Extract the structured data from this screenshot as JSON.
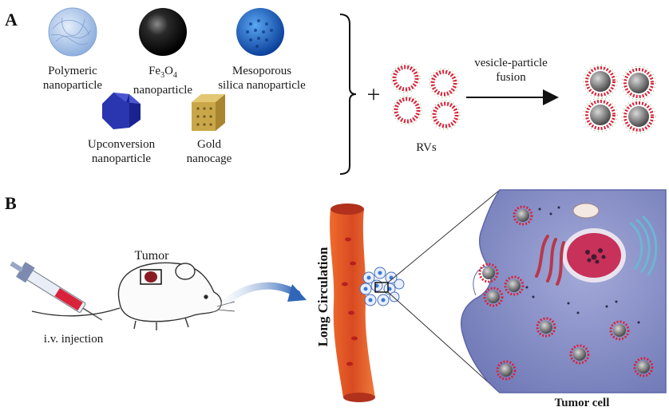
{
  "panels": {
    "a": "A",
    "b": "B"
  },
  "panel_a": {
    "nanoparticles": [
      {
        "line1": "Polymeric",
        "line2": "nanoparticle",
        "icon": "polymeric-sphere-icon",
        "color": "#a9c6ea"
      },
      {
        "line1": "Fe",
        "sub1": "3",
        "mid": "O",
        "sub2": "4",
        "line2": "nanoparticle",
        "icon": "black-sphere-icon",
        "color": "#111111"
      },
      {
        "line1": "Mesoporous",
        "line2": "silica nanoparticle",
        "icon": "blue-porous-sphere-icon",
        "color": "#1a62c8"
      },
      {
        "line1": "Upconversion",
        "line2": "nanoparticle",
        "icon": "blue-prism-icon",
        "color": "#2233aa"
      },
      {
        "line1": "Gold",
        "line2": "nanocage",
        "icon": "gold-cube-icon",
        "color": "#c9a648"
      }
    ],
    "plus": "+",
    "rv_label": "RVs",
    "arrow_label_line1": "vesicle-particle",
    "arrow_label_line2": "fusion"
  },
  "panel_b": {
    "tumor_label": "Tumor",
    "injection_label": "i.v. injection",
    "vessel_label": "Long Circulation",
    "cell_label": "Tumor cell"
  },
  "colors": {
    "membrane_red": "#d8233a",
    "vessel": "#e3572a",
    "cell_bg": "#8a93c7",
    "nucleus": "#c8315a"
  }
}
